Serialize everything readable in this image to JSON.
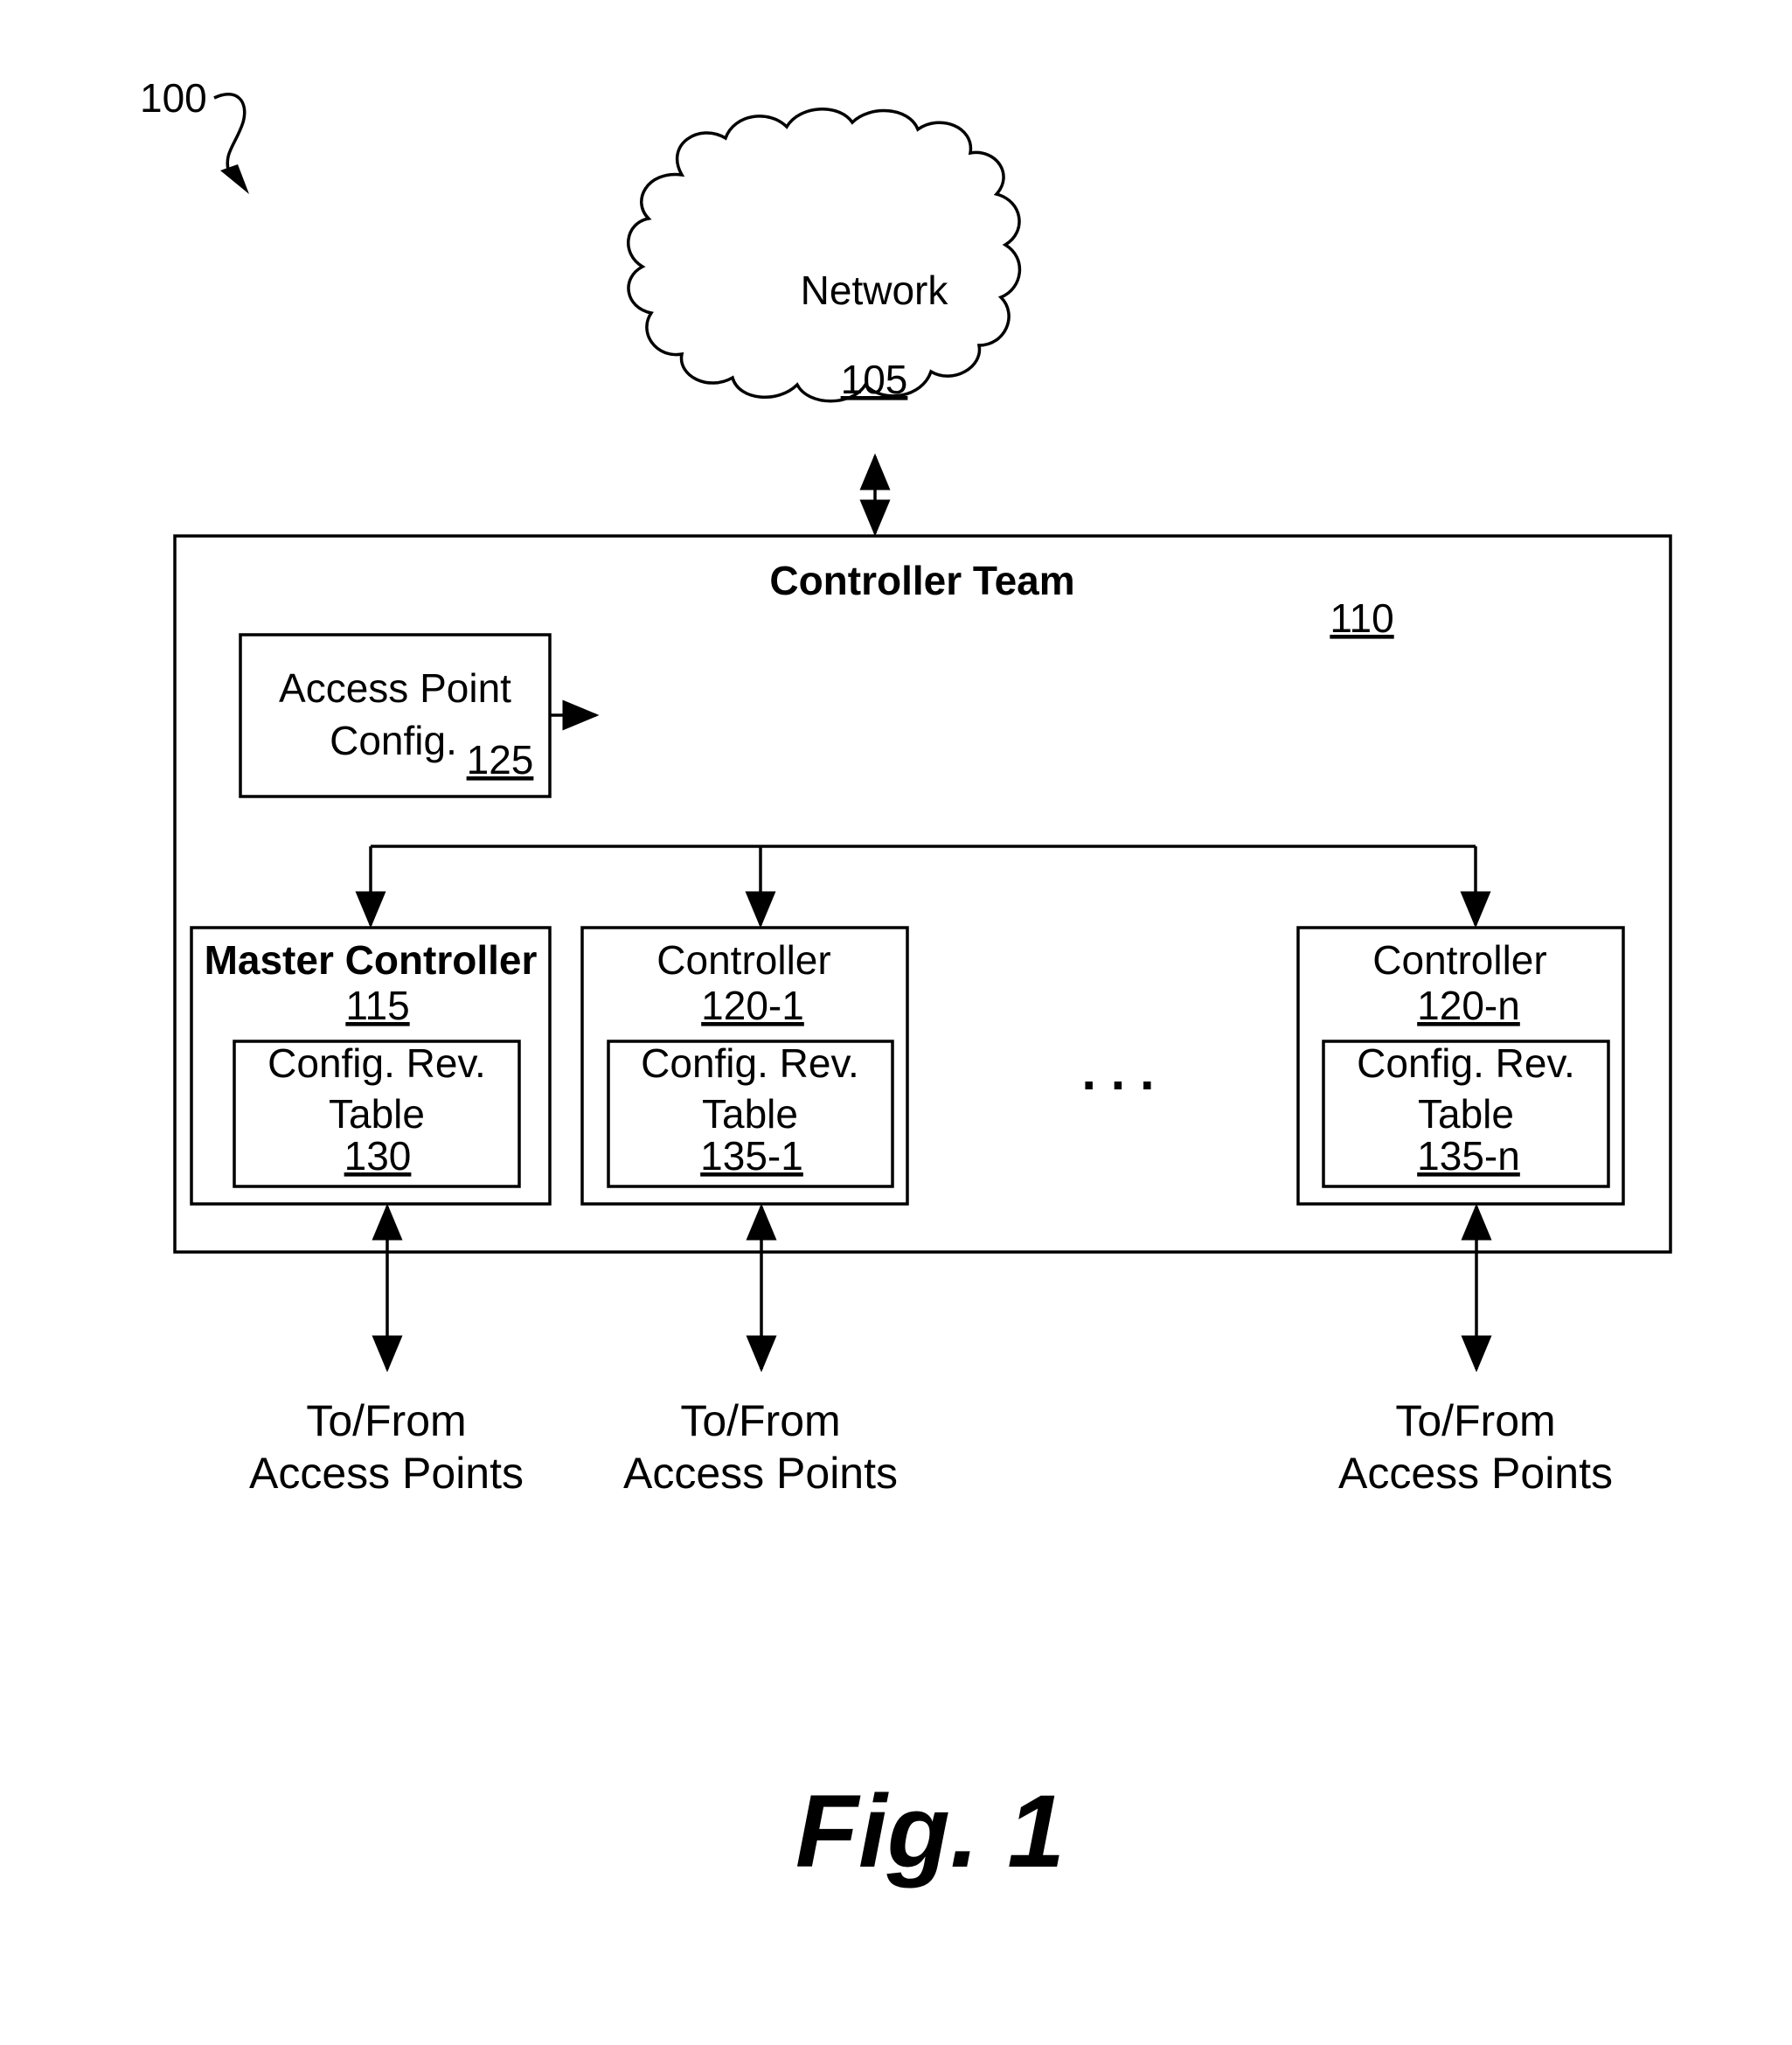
{
  "figure_ref": "100",
  "network": {
    "label": "Network",
    "ref": "105"
  },
  "controller_team": {
    "label": "Controller Team",
    "ref": "110"
  },
  "ap_config": {
    "line1": "Access Point",
    "line2": "Config.",
    "ref": "125"
  },
  "controllers": [
    {
      "label": "Master Controller",
      "ref": "115",
      "table_line1": "Config. Rev.",
      "table_line2": "Table",
      "table_ref": "130",
      "io_line1": "To/From",
      "io_line2": "Access Points"
    },
    {
      "label": "Controller",
      "ref": "120-1",
      "table_line1": "Config. Rev.",
      "table_line2": "Table",
      "table_ref": "135-1",
      "io_line1": "To/From",
      "io_line2": "Access Points"
    },
    {
      "label": "Controller",
      "ref": "120-n",
      "table_line1": "Config. Rev.",
      "table_line2": "Table",
      "table_ref": "135-n",
      "io_line1": "To/From",
      "io_line2": "Access Points"
    }
  ],
  "ellipsis": ". . .",
  "caption": "Fig. 1"
}
